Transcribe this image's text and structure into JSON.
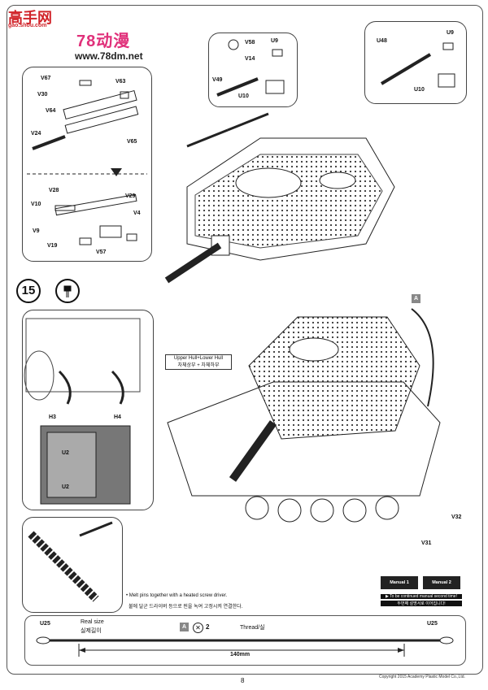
{
  "watermark": {
    "brand": "高手网",
    "brand_sub": "gao.shou.com",
    "cn_title": "78动漫",
    "url": "www.78dm.net"
  },
  "step": {
    "number": "15"
  },
  "parts_top_left": {
    "upper": [
      "V67",
      "V30",
      "V63",
      "V64",
      "V24",
      "V65"
    ],
    "lower": [
      "V28",
      "V29",
      "V10",
      "V4",
      "V9",
      "V19",
      "V57"
    ]
  },
  "parts_top_center": [
    "V58",
    "U9",
    "V14",
    "V49",
    "U10"
  ],
  "parts_top_right": [
    "U48",
    "U9",
    "U10"
  ],
  "parts_detail_left": [
    "H3",
    "H4",
    "U2",
    "U2"
  ],
  "parts_right": [
    "V32",
    "V31"
  ],
  "callout_letter": "A",
  "hull_note": {
    "en": "Upper Hull+Lower Hull",
    "kr": "차체상부 + 차체하부"
  },
  "melt_note": {
    "en": "• Melt pins together with a heated screw driver.",
    "kr": "불에 달군 드라이버 등으로 핀을 녹여 고정시켜 연결한다."
  },
  "manual": {
    "tab1": "Manual 1",
    "tab2": "Manual 2",
    "line1": "▶ To be continued manual second time!",
    "line2": "두번째 설명서로 이어집니다!"
  },
  "thread": {
    "left_part": "U25",
    "right_part": "U25",
    "real_size_en": "Real size",
    "real_size_kr": "실제길이",
    "letter": "A",
    "multiplier": "2",
    "label": "Thread/실",
    "length": "140mm"
  },
  "footer": {
    "page": "8",
    "copyright": "Copyright 2015 Academy Plastic Model Co.,Ltd."
  }
}
